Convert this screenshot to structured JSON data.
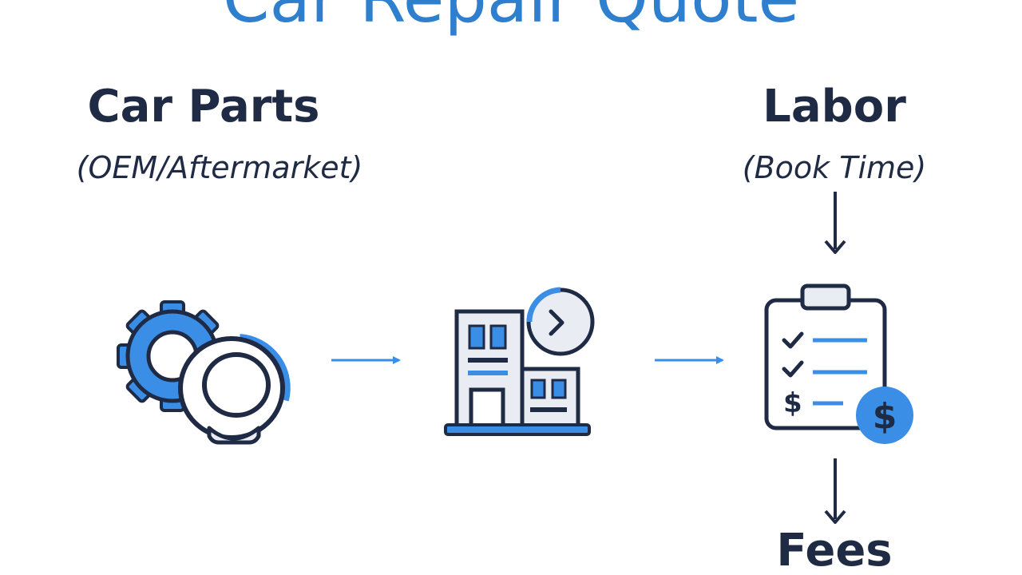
{
  "title": "Car Repair Quote",
  "nodes": {
    "parts": {
      "label": "Car Parts",
      "sublabel": "(OEM/Aftermarket)",
      "icon": "gears-icon"
    },
    "shop": {
      "icon": "repair-shop-building-icon"
    },
    "labor": {
      "label": "Labor",
      "sublabel": "(Book Time)"
    },
    "quote": {
      "icon": "clipboard-checklist-dollar-icon"
    },
    "fees": {
      "label": "Fees"
    }
  },
  "colors": {
    "accent": "#3a8ee6",
    "ink": "#1f2a44",
    "light_fill": "#e9edf3"
  }
}
